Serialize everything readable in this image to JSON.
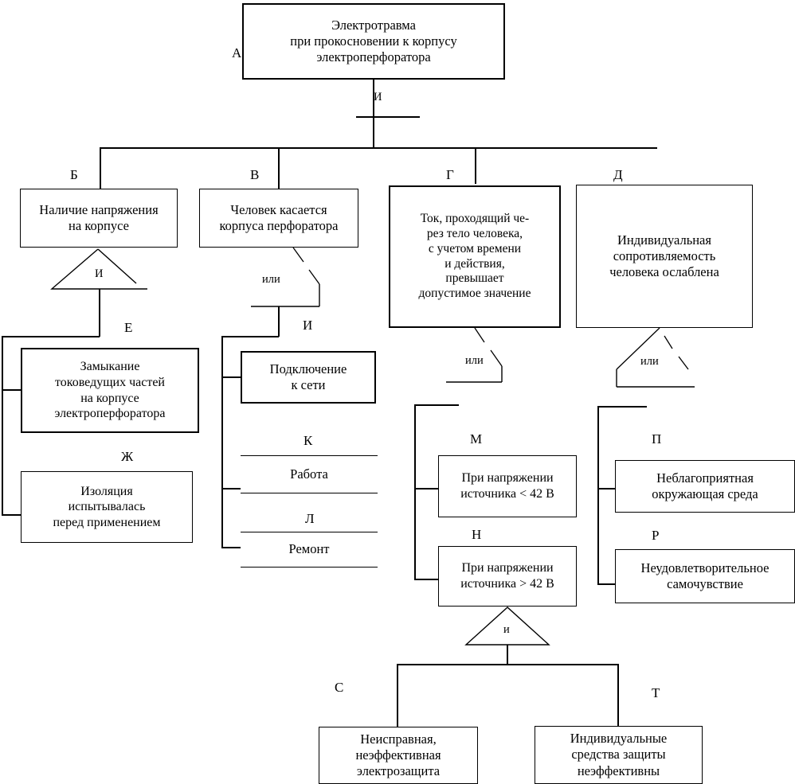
{
  "diagram": {
    "title_node": {
      "tag": "А",
      "text": "Электротравма\nпри прокосновении к корпусу\nэлектроперфоратора"
    },
    "gates": {
      "top_and": "И",
      "b_and": "И",
      "v_or": "или",
      "g_or": "или",
      "d_or": "или",
      "n_and": "и"
    },
    "nodes": [
      {
        "id": "B",
        "tag": "Б",
        "text": "Наличие напряжения\nна корпусе"
      },
      {
        "id": "V",
        "tag": "В",
        "text": "Человек касается\nкорпуса перфоратора"
      },
      {
        "id": "G",
        "tag": "Г",
        "text": "Ток, проходящий че-\nрез тело человека,\nс учетом времени\nи действия,\nпревышает\nдопустимое значение"
      },
      {
        "id": "D",
        "tag": "Д",
        "text": "Индивидуальная\nсопротивляемость\nчеловека ослаблена"
      },
      {
        "id": "E",
        "tag": "Е",
        "text": "Замыкание\nтоковедущих частей\nна корпусе\nэлектроперфоратора"
      },
      {
        "id": "ZH",
        "tag": "Ж",
        "text": "Изоляция\nиспытывалась\nперед применением"
      },
      {
        "id": "I",
        "tag": "И",
        "text": "Подключение\nк сети"
      },
      {
        "id": "K",
        "tag": "К",
        "text": "Работа"
      },
      {
        "id": "L",
        "tag": "Л",
        "text": "Ремонт"
      },
      {
        "id": "M",
        "tag": "М",
        "text": "При напряжении\nисточника < 42 В"
      },
      {
        "id": "N",
        "tag": "Н",
        "text": "При напряжении\nисточника > 42 В"
      },
      {
        "id": "P",
        "tag": "П",
        "text": "Неблагоприятная\nокружающая среда"
      },
      {
        "id": "R",
        "tag": "Р",
        "text": "Неудовлетворительное\nсамочувствие"
      },
      {
        "id": "S",
        "tag": "С",
        "text": "Неисправная,\nнеэффективная\nэлектрозащита"
      },
      {
        "id": "T",
        "tag": "Т",
        "text": "Индивидуальные\nсредства защиты\nнеэффективны"
      }
    ],
    "colors": {
      "line": "#000000",
      "background": "#ffffff",
      "text": "#000000"
    }
  }
}
